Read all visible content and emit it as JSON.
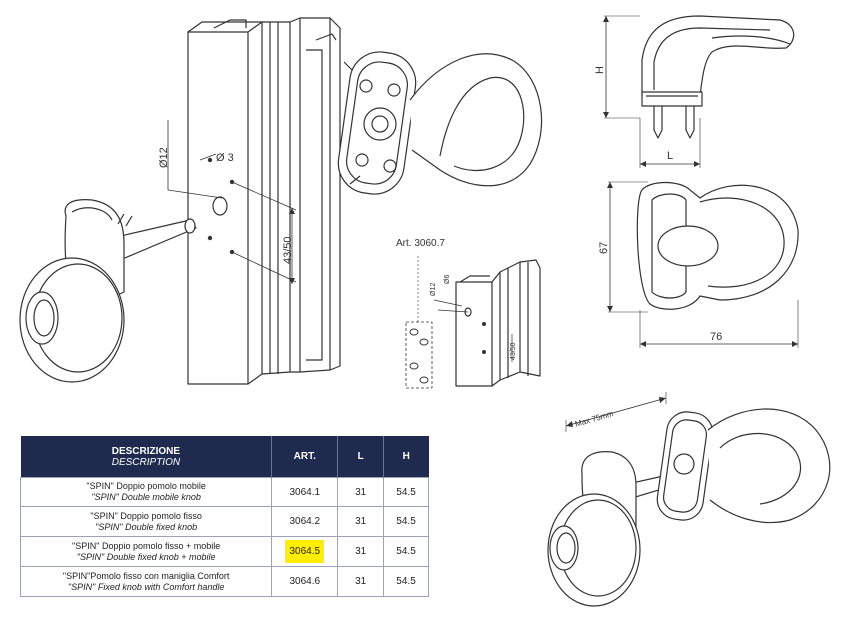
{
  "labels": {
    "dia12": "Ø12",
    "dia3": "Ø 3",
    "dim4350": "43/50",
    "art30607": "Art. 3060.7",
    "small_dia12": "Ø12",
    "small_dia6": "Ø6",
    "small_4350": "43/50",
    "H": "H",
    "L": "L",
    "dim67": "67",
    "dim76": "76",
    "max75": "Max 75mm"
  },
  "table": {
    "headers": {
      "descr_it": "DESCRIZIONE",
      "descr_en": "DESCRIPTION",
      "art": "ART.",
      "l": "L",
      "h": "H"
    },
    "rows": [
      {
        "it": "\"SPIN\" Doppio pomolo mobile",
        "en": "\"SPIN\" Double mobile knob",
        "art": "3064.1",
        "l": "31",
        "h": "54.5"
      },
      {
        "it": "\"SPIN\" Doppio pomolo fisso",
        "en": "\"SPIN\" Double fixed knob",
        "art": "3064.2",
        "l": "31",
        "h": "54.5"
      },
      {
        "it": "\"SPIN\" Doppio pomolo fisso + mobile",
        "en": "\"SPIN\" Double fixed knob + mobile",
        "art": "3064.5",
        "l": "31",
        "h": "54.5"
      },
      {
        "it": "\"SPIN\"Pomolo fisso con maniglia Comfort",
        "en": "\"SPIN\" Fixed knob with Comfort handle",
        "art": "3064.6",
        "l": "31",
        "h": "54.5"
      }
    ],
    "highlight_color": "#ffee00",
    "header_color": "#1e2a4e"
  }
}
